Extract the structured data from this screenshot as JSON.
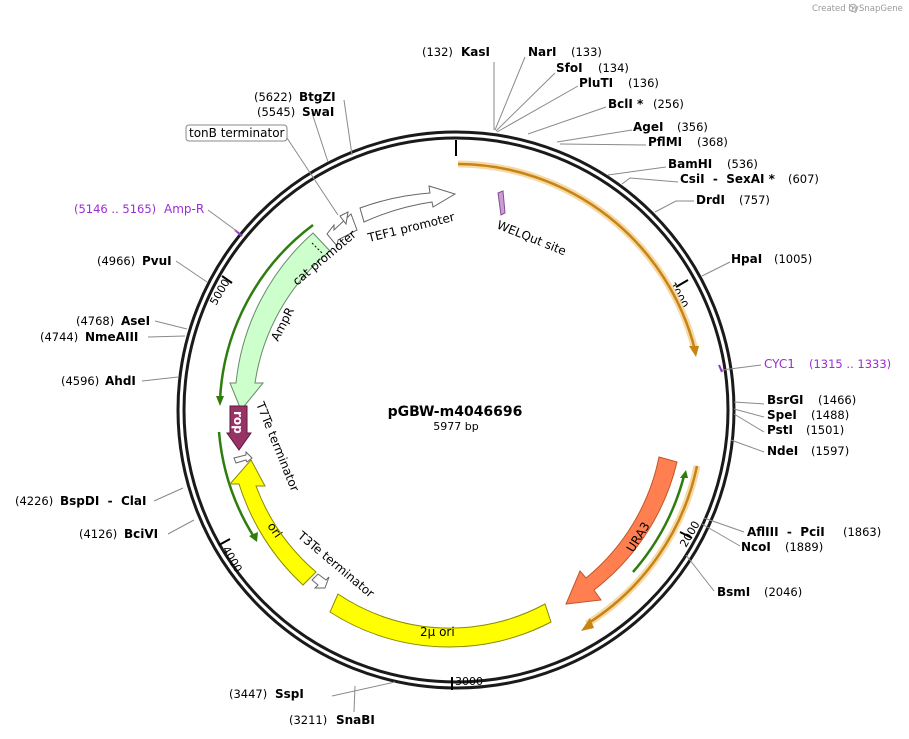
{
  "map": {
    "name": "pGBW-m4046696",
    "length_label": "5977 bp",
    "total_bp": 5977,
    "credit_prefix": "Created by",
    "credit_brand": "SnapGene",
    "colors": {
      "backbone": "#1a1a1a",
      "ura3": "#ff7f50",
      "ori": "#ffff00",
      "two_micron": "#ffff00",
      "ampr": "#ccffcc",
      "rop": "#993366",
      "orf_orange": "#e0961f",
      "orf_green": "#2f7d0d",
      "primer": "#9a2ed1"
    }
  },
  "ticks": [
    {
      "bp": 1000,
      "label": "1000"
    },
    {
      "bp": 2000,
      "label": "2000"
    },
    {
      "bp": 3000,
      "label": "3000"
    },
    {
      "bp": 4000,
      "label": "4000"
    },
    {
      "bp": 5000,
      "label": "5000"
    }
  ],
  "sites": [
    {
      "name": "KasI",
      "pos": "(132)",
      "side": "left"
    },
    {
      "name": "NarI",
      "pos": "(133)",
      "side": "right"
    },
    {
      "name": "SfoI",
      "pos": "(134)",
      "side": "right"
    },
    {
      "name": "PluTI",
      "pos": "(136)",
      "side": "right"
    },
    {
      "name": "BclI *",
      "pos": "(256)",
      "side": "right"
    },
    {
      "name": "AgeI",
      "pos": "(356)",
      "side": "right"
    },
    {
      "name": "PflMI",
      "pos": "(368)",
      "side": "right"
    },
    {
      "name": "BamHI",
      "pos": "(536)",
      "side": "right"
    },
    {
      "name": "CsiI  -  SexAI *",
      "pos": "(607)",
      "side": "right"
    },
    {
      "name": "DrdI",
      "pos": "(757)",
      "side": "right"
    },
    {
      "name": "HpaI",
      "pos": "(1005)",
      "side": "right"
    },
    {
      "name": "BsrGI",
      "pos": "(1466)",
      "side": "right"
    },
    {
      "name": "SpeI",
      "pos": "(1488)",
      "side": "right"
    },
    {
      "name": "PstI",
      "pos": "(1501)",
      "side": "right"
    },
    {
      "name": "NdeI",
      "pos": "(1597)",
      "side": "right"
    },
    {
      "name": "AflIII  -  PciI",
      "pos": "(1863)",
      "side": "right"
    },
    {
      "name": "NcoI",
      "pos": "(1889)",
      "side": "right"
    },
    {
      "name": "BsmI",
      "pos": "(2046)",
      "side": "right"
    },
    {
      "name": "SnaBI",
      "pos": "(3211)",
      "side": "left"
    },
    {
      "name": "SspI",
      "pos": "(3447)",
      "side": "left"
    },
    {
      "name": "BciVI",
      "pos": "(4126)",
      "side": "left"
    },
    {
      "name": "BspDI  -  ClaI",
      "pos": "(4226)",
      "side": "left"
    },
    {
      "name": "AhdI",
      "pos": "(4596)",
      "side": "left"
    },
    {
      "name": "NmeAIII",
      "pos": "(4744)",
      "side": "left"
    },
    {
      "name": "AseI",
      "pos": "(4768)",
      "side": "left"
    },
    {
      "name": "PvuI",
      "pos": "(4966)",
      "side": "left"
    },
    {
      "name": "SwaI",
      "pos": "(5545)",
      "side": "left"
    },
    {
      "name": "BtgZI",
      "pos": "(5622)",
      "side": "left"
    }
  ],
  "features": {
    "tef1": "TEF1 promoter",
    "welqut": "WELQut site",
    "cat": "cat promoter",
    "ampr": "AmpR",
    "rop": "rop",
    "t7te": "T7Te terminator",
    "ori": "ori",
    "t3te": "T3Te terminator",
    "two_micron": "2μ ori",
    "ura3": "URA3",
    "tonb": "tonB terminator"
  },
  "primers": [
    {
      "name": "Amp-R",
      "pos": "(5146 .. 5165)"
    },
    {
      "name": "CYC1",
      "pos": "(1315 .. 1333)"
    }
  ]
}
